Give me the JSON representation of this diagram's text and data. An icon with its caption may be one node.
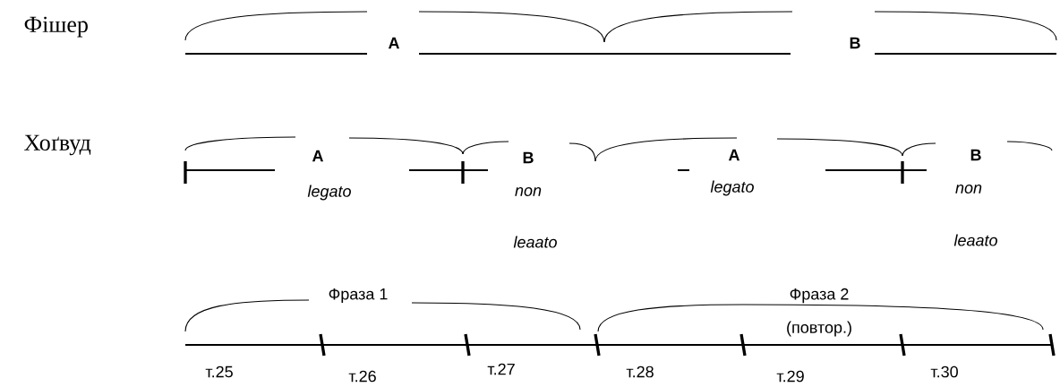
{
  "diagram": {
    "labels": [
      "Фішер",
      "A",
      "B",
      "Хоґвуд",
      "A",
      "B",
      "legato",
      "non",
      "A",
      "legato",
      "B",
      "non",
      "leaato",
      "leaato",
      "Фраза 1",
      "Фраза 2",
      "(повтор.)",
      "т.25",
      "т.26",
      "т.27",
      "т.28",
      "т.29",
      "т.30"
    ]
  }
}
